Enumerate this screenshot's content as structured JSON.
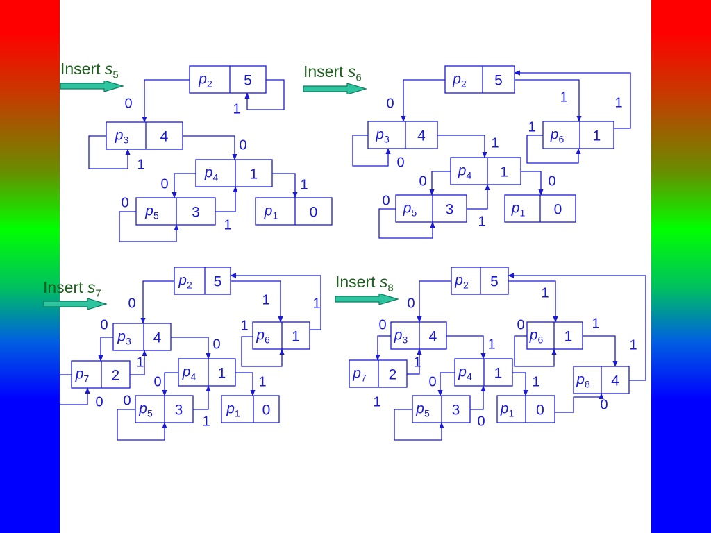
{
  "colors": {
    "line": "#1a1ad6",
    "label": "#1a1ad6",
    "insert_text": "#1f5f1f",
    "arrow_fill": "#2ec4a0",
    "arrow_stroke": "#0b7d5e"
  },
  "insert_labels": [
    {
      "word": "Insert",
      "var": "s",
      "sub": "5"
    },
    {
      "word": "Insert",
      "var": "s",
      "sub": "6"
    },
    {
      "word": "Insert",
      "var": "s",
      "sub": "7"
    },
    {
      "word": "Insert",
      "var": "s",
      "sub": "8"
    }
  ],
  "panels": [
    {
      "nodes": [
        {
          "id": "p2",
          "label": "p",
          "sub": "2",
          "value": "5"
        },
        {
          "id": "p3",
          "label": "p",
          "sub": "3",
          "value": "4"
        },
        {
          "id": "p4",
          "label": "p",
          "sub": "4",
          "value": "1"
        },
        {
          "id": "p5",
          "label": "p",
          "sub": "5",
          "value": "3"
        },
        {
          "id": "p1",
          "label": "p",
          "sub": "1",
          "value": "0"
        }
      ],
      "edge_labels": [
        "0",
        "1",
        "0",
        "1",
        "0",
        "1",
        "0",
        "1"
      ]
    },
    {
      "nodes": [
        {
          "id": "p2",
          "label": "p",
          "sub": "2",
          "value": "5"
        },
        {
          "id": "p3",
          "label": "p",
          "sub": "3",
          "value": "4"
        },
        {
          "id": "p6",
          "label": "p",
          "sub": "6",
          "value": "1"
        },
        {
          "id": "p4",
          "label": "p",
          "sub": "4",
          "value": "1"
        },
        {
          "id": "p5",
          "label": "p",
          "sub": "5",
          "value": "3"
        },
        {
          "id": "p1",
          "label": "p",
          "sub": "1",
          "value": "0"
        }
      ],
      "edge_labels": [
        "0",
        "1",
        "1",
        "0",
        "0",
        "1",
        "0",
        "1",
        "0",
        "1"
      ]
    },
    {
      "nodes": [
        {
          "id": "p2",
          "label": "p",
          "sub": "2",
          "value": "5"
        },
        {
          "id": "p3",
          "label": "p",
          "sub": "3",
          "value": "4"
        },
        {
          "id": "p6",
          "label": "p",
          "sub": "6",
          "value": "1"
        },
        {
          "id": "p7",
          "label": "p",
          "sub": "7",
          "value": "2"
        },
        {
          "id": "p4",
          "label": "p",
          "sub": "4",
          "value": "1"
        },
        {
          "id": "p5",
          "label": "p",
          "sub": "5",
          "value": "3"
        },
        {
          "id": "p1",
          "label": "p",
          "sub": "1",
          "value": "0"
        }
      ],
      "edge_labels": [
        "0",
        "1",
        "1",
        "0",
        "0",
        "1",
        "1",
        "0",
        "0",
        "1",
        "0",
        "1"
      ]
    },
    {
      "nodes": [
        {
          "id": "p2",
          "label": "p",
          "sub": "2",
          "value": "5"
        },
        {
          "id": "p3",
          "label": "p",
          "sub": "3",
          "value": "4"
        },
        {
          "id": "p6",
          "label": "p",
          "sub": "6",
          "value": "1"
        },
        {
          "id": "p7",
          "label": "p",
          "sub": "7",
          "value": "2"
        },
        {
          "id": "p4",
          "label": "p",
          "sub": "4",
          "value": "1"
        },
        {
          "id": "p8",
          "label": "p",
          "sub": "8",
          "value": "4"
        },
        {
          "id": "p5",
          "label": "p",
          "sub": "5",
          "value": "3"
        },
        {
          "id": "p1",
          "label": "p",
          "sub": "1",
          "value": "0"
        }
      ],
      "edge_labels": [
        "0",
        "1",
        "0",
        "1",
        "1",
        "0",
        "1",
        "1",
        "0",
        "1",
        "1",
        "0",
        "0"
      ]
    }
  ]
}
